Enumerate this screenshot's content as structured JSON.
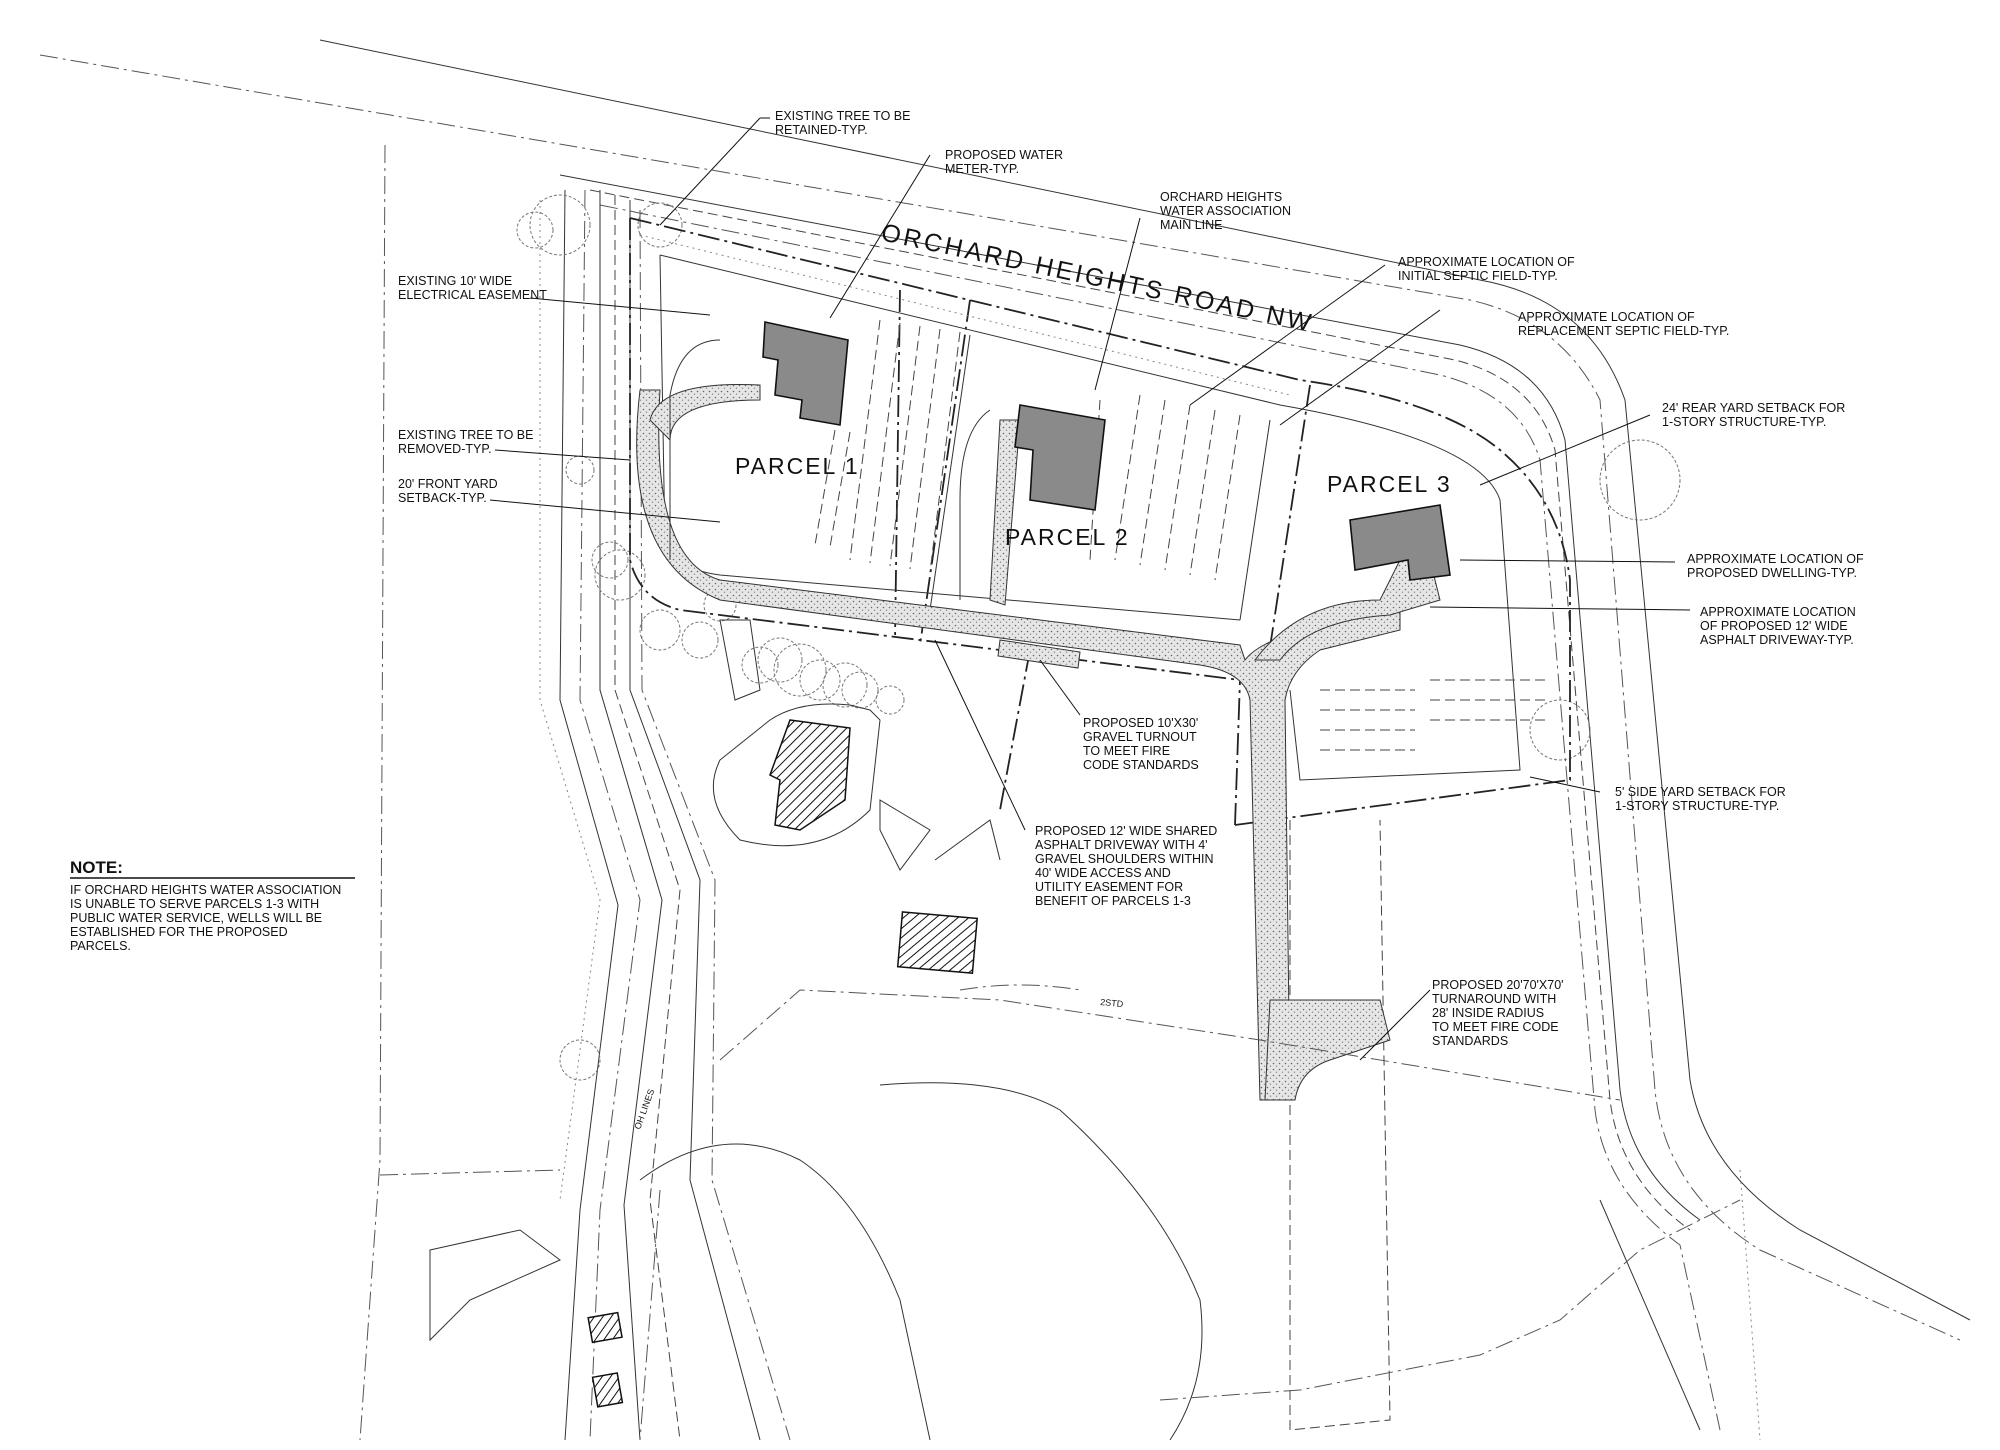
{
  "road_name": "ORCHARD HEIGHTS ROAD NW",
  "parcels": [
    "PARCEL 1",
    "PARCEL 2",
    "PARCEL 3"
  ],
  "callouts": {
    "tree_retained": [
      "EXISTING TREE TO BE",
      "RETAINED-TYP."
    ],
    "water_meter": [
      "PROPOSED WATER",
      "METER-TYP."
    ],
    "water_main": [
      "ORCHARD HEIGHTS",
      "WATER ASSOCIATION",
      "MAIN LINE"
    ],
    "initial_septic": [
      "APPROXIMATE LOCATION OF",
      "INITIAL SEPTIC FIELD-TYP."
    ],
    "replacement_septic": [
      "APPROXIMATE LOCATION OF",
      "REPLACEMENT SEPTIC FIELD-TYP."
    ],
    "electrical_easement": [
      "EXISTING 10' WIDE",
      "ELECTRICAL EASEMENT"
    ],
    "rear_setback": [
      "24' REAR YARD SETBACK FOR",
      "1-STORY STRUCTURE-TYP."
    ],
    "tree_removed": [
      "EXISTING TREE TO BE",
      "REMOVED-TYP."
    ],
    "front_setback": [
      "20' FRONT YARD",
      "SETBACK-TYP."
    ],
    "dwelling": [
      "APPROXIMATE LOCATION OF",
      "PROPOSED DWELLING-TYP."
    ],
    "driveway_12": [
      "APPROXIMATE LOCATION",
      "OF PROPOSED 12' WIDE",
      "ASPHALT DRIVEWAY-TYP."
    ],
    "gravel_turnout": [
      "PROPOSED 10'X30'",
      "GRAVEL TURNOUT",
      "TO MEET FIRE",
      "CODE STANDARDS"
    ],
    "side_setback": [
      "5' SIDE YARD SETBACK FOR",
      "1-STORY STRUCTURE-TYP."
    ],
    "shared_driveway": [
      "PROPOSED 12' WIDE SHARED",
      "ASPHALT DRIVEWAY WITH 4'",
      "GRAVEL SHOULDERS WITHIN",
      "40' WIDE ACCESS AND",
      "UTILITY EASEMENT FOR",
      "BENEFIT OF PARCELS 1-3"
    ],
    "turnaround": [
      "PROPOSED 20'70'X70'",
      "TURNAROUND WITH",
      "28' INSIDE RADIUS",
      "TO MEET FIRE CODE",
      "STANDARDS"
    ]
  },
  "note": {
    "title": "NOTE:",
    "lines": [
      "IF ORCHARD HEIGHTS WATER ASSOCIATION",
      "IS UNABLE TO SERVE PARCELS 1-3 WITH",
      "PUBLIC WATER SERVICE, WELLS WILL BE",
      "ESTABLISHED FOR THE PROPOSED",
      "PARCELS."
    ]
  },
  "line_tags": {
    "overhead": "OH LINES",
    "water_line": "2STD"
  }
}
